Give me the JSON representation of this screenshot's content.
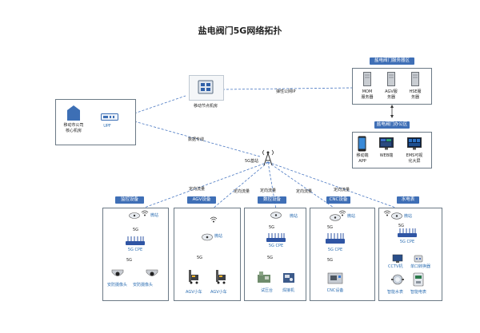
{
  "title": "盐电阀门5G网络拓扑",
  "core": {
    "label_line1": "移动市公司",
    "label_line2": "核心机房",
    "upf": "UPF"
  },
  "edge": {
    "label": "移动节点机房"
  },
  "links": {
    "private_ip": "弹性公网IP",
    "data_line": "数据专线"
  },
  "bs_main": "5G基站",
  "server_area": {
    "header": "盐电阀门服务器区",
    "servers": [
      {
        "l1": "MOM",
        "l2": "服务器"
      },
      {
        "l1": "AGV服",
        "l2": "务器"
      },
      {
        "l1": "HSE服",
        "l2": "务器"
      }
    ]
  },
  "office_area": {
    "header": "盐电阀门办公区",
    "items": [
      {
        "l1": "移动端",
        "l2": "APP"
      },
      {
        "l1": "WEB端",
        "l2": ""
      },
      {
        "l1": "EMS可视",
        "l2": "化大屏"
      }
    ]
  },
  "flow": "定向流量",
  "micro": "微站",
  "five_g": "5G",
  "cpe": "5G CPE",
  "groups": [
    {
      "header": "监控设备",
      "devices": [
        "安防摄像头",
        "安防摄像头"
      ]
    },
    {
      "header": "AGV设备",
      "devices": [
        "AGV小车",
        "AGV小车"
      ]
    },
    {
      "header": "数控设备",
      "devices": [
        "试压台",
        "焊接机"
      ]
    },
    {
      "header": "CNC设备",
      "devices": [
        "CNC设备"
      ]
    },
    {
      "header": "水电表",
      "devices": [
        "智能水表",
        "智能电表"
      ],
      "extra": [
        "CCTV机",
        "单口转换器"
      ]
    }
  ]
}
